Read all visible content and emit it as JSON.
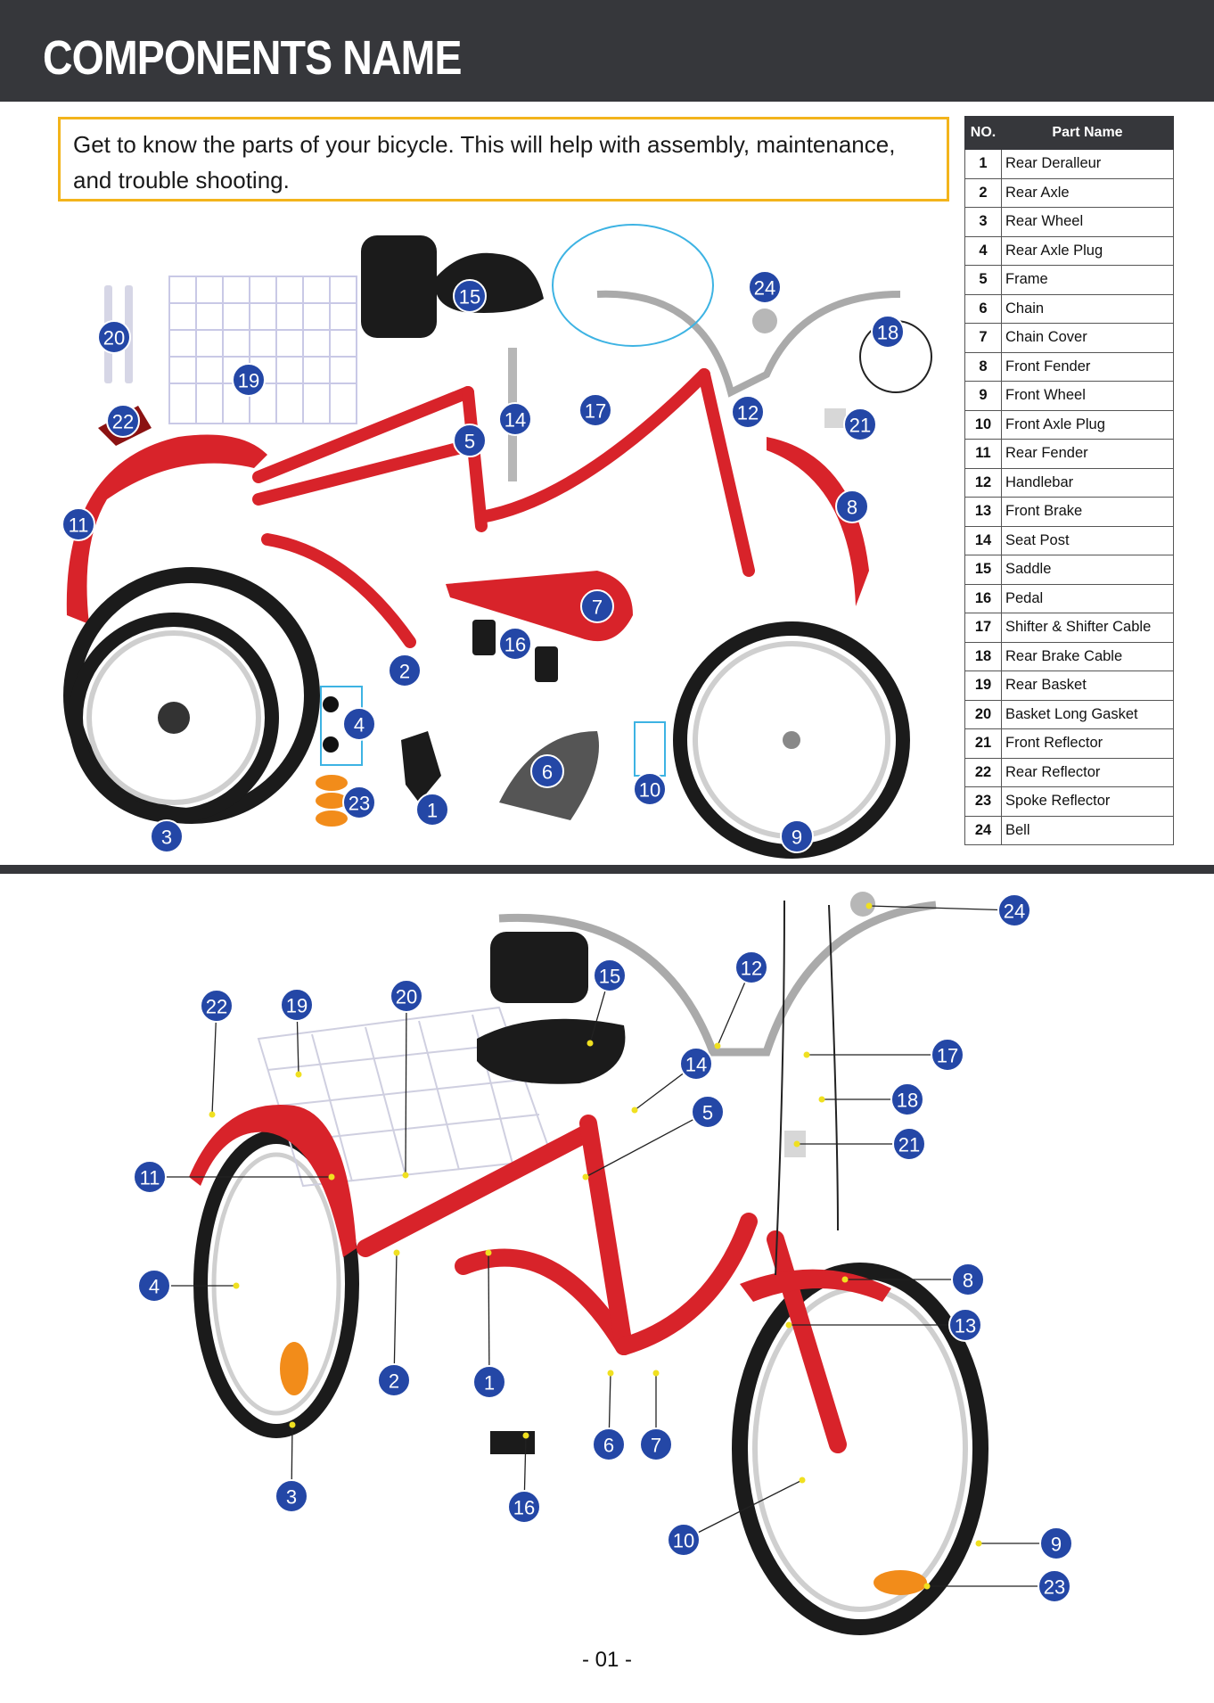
{
  "header": {
    "title": "COMPONENTS NAME"
  },
  "intro": {
    "text": "Get to know the parts of your bicycle. This will help with assembly, maintenance, and trouble shooting."
  },
  "table": {
    "headers": [
      "NO.",
      "Part Name"
    ],
    "rows": [
      {
        "no": "1",
        "name": "Rear Deralleur"
      },
      {
        "no": "2",
        "name": "Rear Axle"
      },
      {
        "no": "3",
        "name": "Rear Wheel"
      },
      {
        "no": "4",
        "name": "Rear Axle Plug"
      },
      {
        "no": "5",
        "name": "Frame"
      },
      {
        "no": "6",
        "name": "Chain"
      },
      {
        "no": "7",
        "name": "Chain Cover"
      },
      {
        "no": "8",
        "name": "Front Fender"
      },
      {
        "no": "9",
        "name": "Front Wheel"
      },
      {
        "no": "10",
        "name": "Front Axle Plug"
      },
      {
        "no": "11",
        "name": "Rear Fender"
      },
      {
        "no": "12",
        "name": "Handlebar"
      },
      {
        "no": "13",
        "name": "Front Brake"
      },
      {
        "no": "14",
        "name": "Seat Post"
      },
      {
        "no": "15",
        "name": "Saddle"
      },
      {
        "no": "16",
        "name": "Pedal"
      },
      {
        "no": "17",
        "name": "Shifter & Shifter Cable"
      },
      {
        "no": "18",
        "name": "Rear Brake Cable"
      },
      {
        "no": "19",
        "name": "Rear Basket"
      },
      {
        "no": "20",
        "name": "Basket Long Gasket"
      },
      {
        "no": "21",
        "name": "Front Reflector"
      },
      {
        "no": "22",
        "name": "Rear Reflector"
      },
      {
        "no": "23",
        "name": "Spoke Reflector"
      },
      {
        "no": "24",
        "name": "Bell"
      }
    ]
  },
  "exploded_labels": [
    "20",
    "19",
    "15",
    "17",
    "24",
    "18",
    "22",
    "14",
    "5",
    "12",
    "21",
    "11",
    "8",
    "7",
    "16",
    "2",
    "4",
    "6",
    "10",
    "23",
    "1",
    "3",
    "9"
  ],
  "assembled_labels": [
    "24",
    "12",
    "22",
    "19",
    "20",
    "15",
    "14",
    "17",
    "5",
    "18",
    "21",
    "11",
    "8",
    "4",
    "13",
    "2",
    "1",
    "6",
    "7",
    "16",
    "3",
    "10",
    "9",
    "23"
  ],
  "footer": {
    "page": "- 01 -"
  },
  "colors": {
    "header_bg": "#36373b",
    "intro_border": "#f3b41b",
    "badge": "#2447a6",
    "frame_red": "#d8232a"
  }
}
